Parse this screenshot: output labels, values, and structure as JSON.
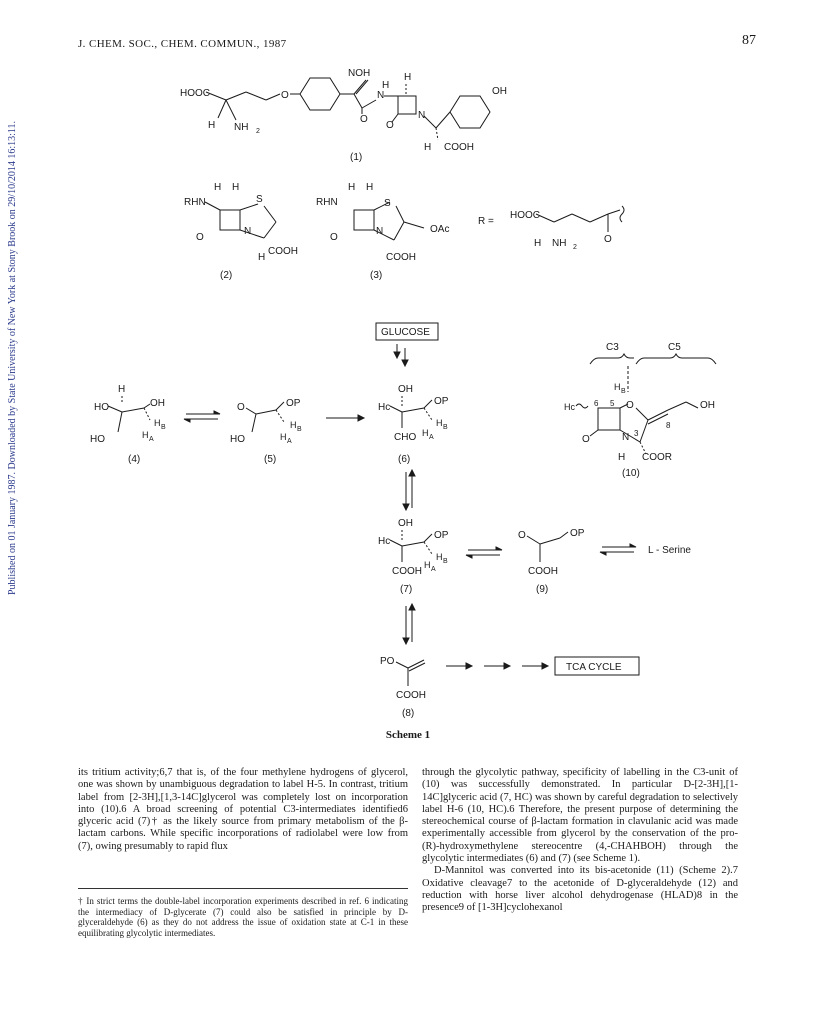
{
  "header": {
    "journal": "J. CHEM. SOC., CHEM. COMMUN., 1987",
    "page_number": "87"
  },
  "sidebar_note": "Published on 01 January 1987. Downloaded by State University of New York at Stony Brook on 29/10/2014 16:13:11.",
  "scheme": {
    "caption": "Scheme 1",
    "compound_labels": [
      "(1)",
      "(2)",
      "(3)",
      "(4)",
      "(5)",
      "(6)",
      "(7)",
      "(8)",
      "(9)",
      "(10)"
    ],
    "boxes": {
      "glucose": "GLUCOSE",
      "tca": "TCA CYCLE"
    },
    "serine": "L - Serine",
    "c3": "C3",
    "c5": "C5",
    "r_def": "R ="
  },
  "body": {
    "left_column": "its tritium activity;6,7 that is, of the four methylene hydrogens of glycerol, one was shown by unambiguous degradation to label H-5. In contrast, tritium label from [2-3H],[1,3-14C]glycerol was completely lost on incorporation into (10).6 A broad screening of potential C3-intermediates identified6 glyceric acid (7)† as the likely source from primary metabolism of the β-lactam carbons. While specific incorporations of radiolabel were low from (7), owing presumably to rapid flux",
    "footnote": "† In strict terms the double-label incorporation experiments described in ref. 6 indicating the intermediacy of D-glycerate (7) could also be satisfied in principle by D-glyceraldehyde (6) as they do not address the issue of oxidation state at C-1 in these equilibrating glycolytic intermediates.",
    "right_column_p1": "through the glycolytic pathway, specificity of labelling in the C3-unit of (10) was successfully demonstrated. In particular D-[2-3H],[1-14C]glyceric acid (7, HC) was shown by careful degradation to selectively label H-6 (10, HC).6 Therefore, the present purpose of determining the stereochemical course of β-lactam formation in clavulanic acid was made experimentally accessible from glycerol by the conservation of the pro-(R)-hydroxymethylene stereocentre (4,-CHAHBOH) through the glycolytic intermediates (6) and (7) (see Scheme 1).",
    "right_column_p2": "D-Mannitol was converted into its bis-acetonide (11) (Scheme 2).7 Oxidative cleavage7 to the acetonide of D-glyceraldehyde (12) and reduction with horse liver alcohol dehydrogenase (HLAD)8 in the presence9 of [1-3H]cyclohexanol"
  }
}
